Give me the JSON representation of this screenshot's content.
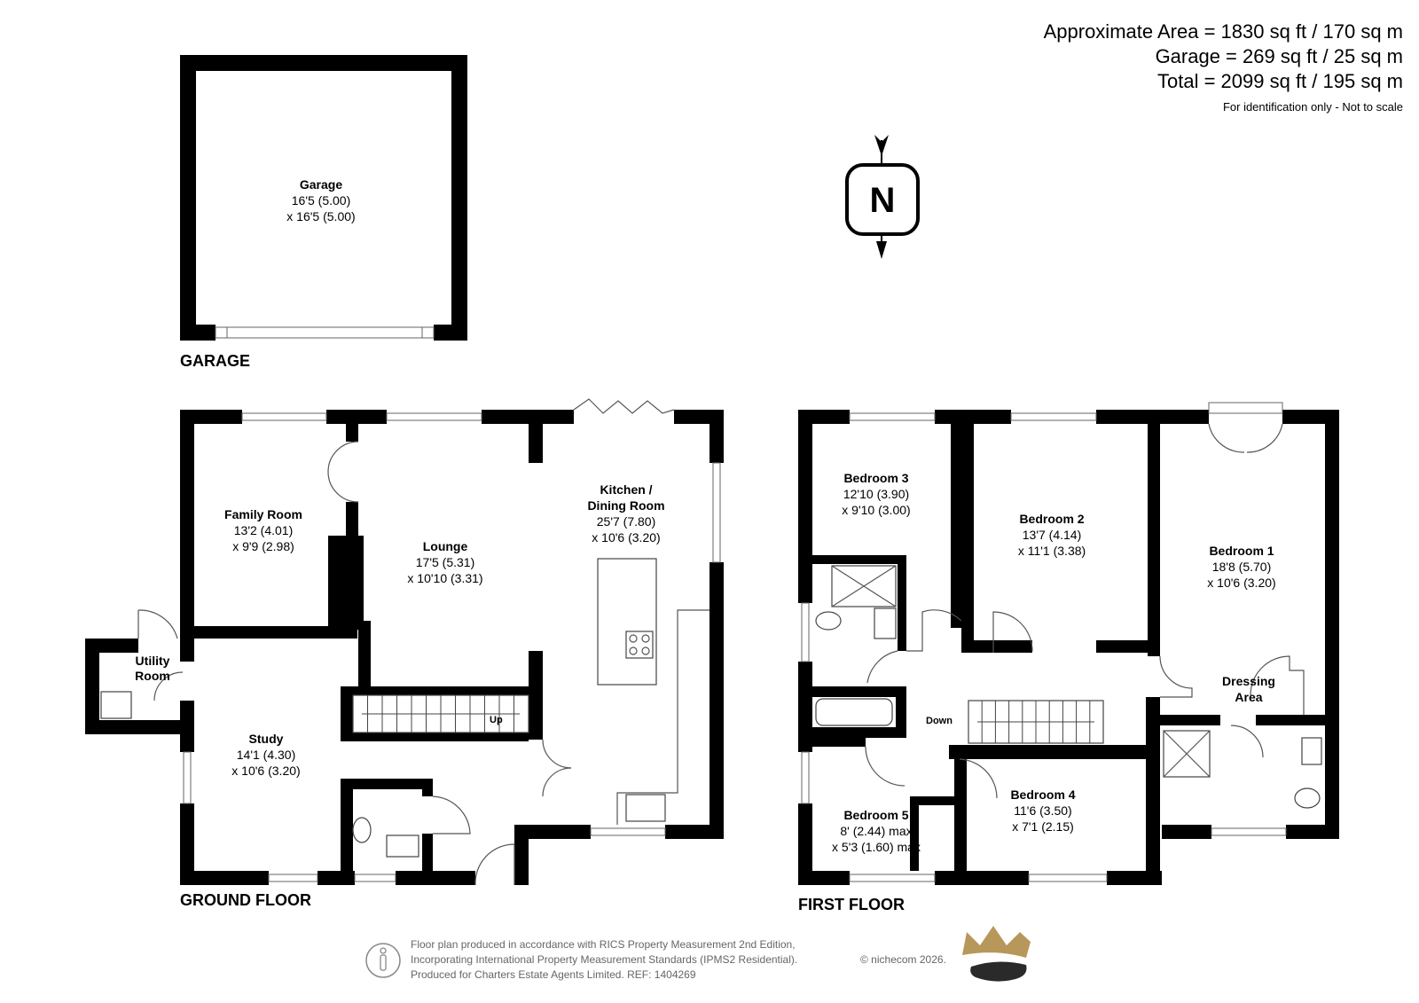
{
  "area": {
    "approximate": "Approximate Area = 1830 sq ft / 170 sq m",
    "garage": "Garage = 269 sq ft / 25 sq m",
    "total": "Total = 2099 sq ft / 195 sq m",
    "note": "For identification only - Not to scale"
  },
  "compass": {
    "letter": "N"
  },
  "floors": {
    "garage": "GARAGE",
    "ground": "GROUND FLOOR",
    "first": "FIRST FLOOR"
  },
  "rooms": {
    "garage": {
      "name": "Garage",
      "dim1": "16'5 (5.00)",
      "dim2": "x 16'5 (5.00)"
    },
    "family": {
      "name": "Family Room",
      "dim1": "13'2 (4.01)",
      "dim2": "x 9'9 (2.98)"
    },
    "lounge": {
      "name": "Lounge",
      "dim1": "17'5 (5.31)",
      "dim2": "x 10'10 (3.31)"
    },
    "kitchen": {
      "name1": "Kitchen /",
      "name2": "Dining Room",
      "dim1": "25'7 (7.80)",
      "dim2": "x 10'6 (3.20)"
    },
    "utility": {
      "name1": "Utility",
      "name2": "Room"
    },
    "study": {
      "name": "Study",
      "dim1": "14'1 (4.30)",
      "dim2": "x 10'6 (3.20)"
    },
    "bed3": {
      "name": "Bedroom 3",
      "dim1": "12'10 (3.90)",
      "dim2": "x 9'10 (3.00)"
    },
    "bed2": {
      "name": "Bedroom 2",
      "dim1": "13'7 (4.14)",
      "dim2": "x 11'1 (3.38)"
    },
    "bed1": {
      "name": "Bedroom 1",
      "dim1": "18'8 (5.70)",
      "dim2": "x 10'6 (3.20)"
    },
    "dressing": {
      "name1": "Dressing",
      "name2": "Area"
    },
    "bed5": {
      "name": "Bedroom 5",
      "dim1": "8' (2.44) max",
      "dim2": "x 5'3 (1.60) max"
    },
    "bed4": {
      "name": "Bedroom 4",
      "dim1": "11'6 (3.50)",
      "dim2": "x 7'1 (2.15)"
    }
  },
  "stairs": {
    "up": "Up",
    "down": "Down"
  },
  "footer": {
    "line1": "Floor plan produced in accordance with RICS Property Measurement 2nd Edition,",
    "line2": "Incorporating International Property Measurement Standards (IPMS2 Residential).",
    "line3": "Produced for Charters Estate Agents Limited.   REF: 1404269",
    "copyright": "© nichecom 2026."
  },
  "colors": {
    "wall": "#000000",
    "logo_gold": "#b7975a",
    "logo_dark": "#2a2a2a"
  },
  "icons": [
    "compass-north-icon",
    "person-icon",
    "crown-logo-icon"
  ]
}
